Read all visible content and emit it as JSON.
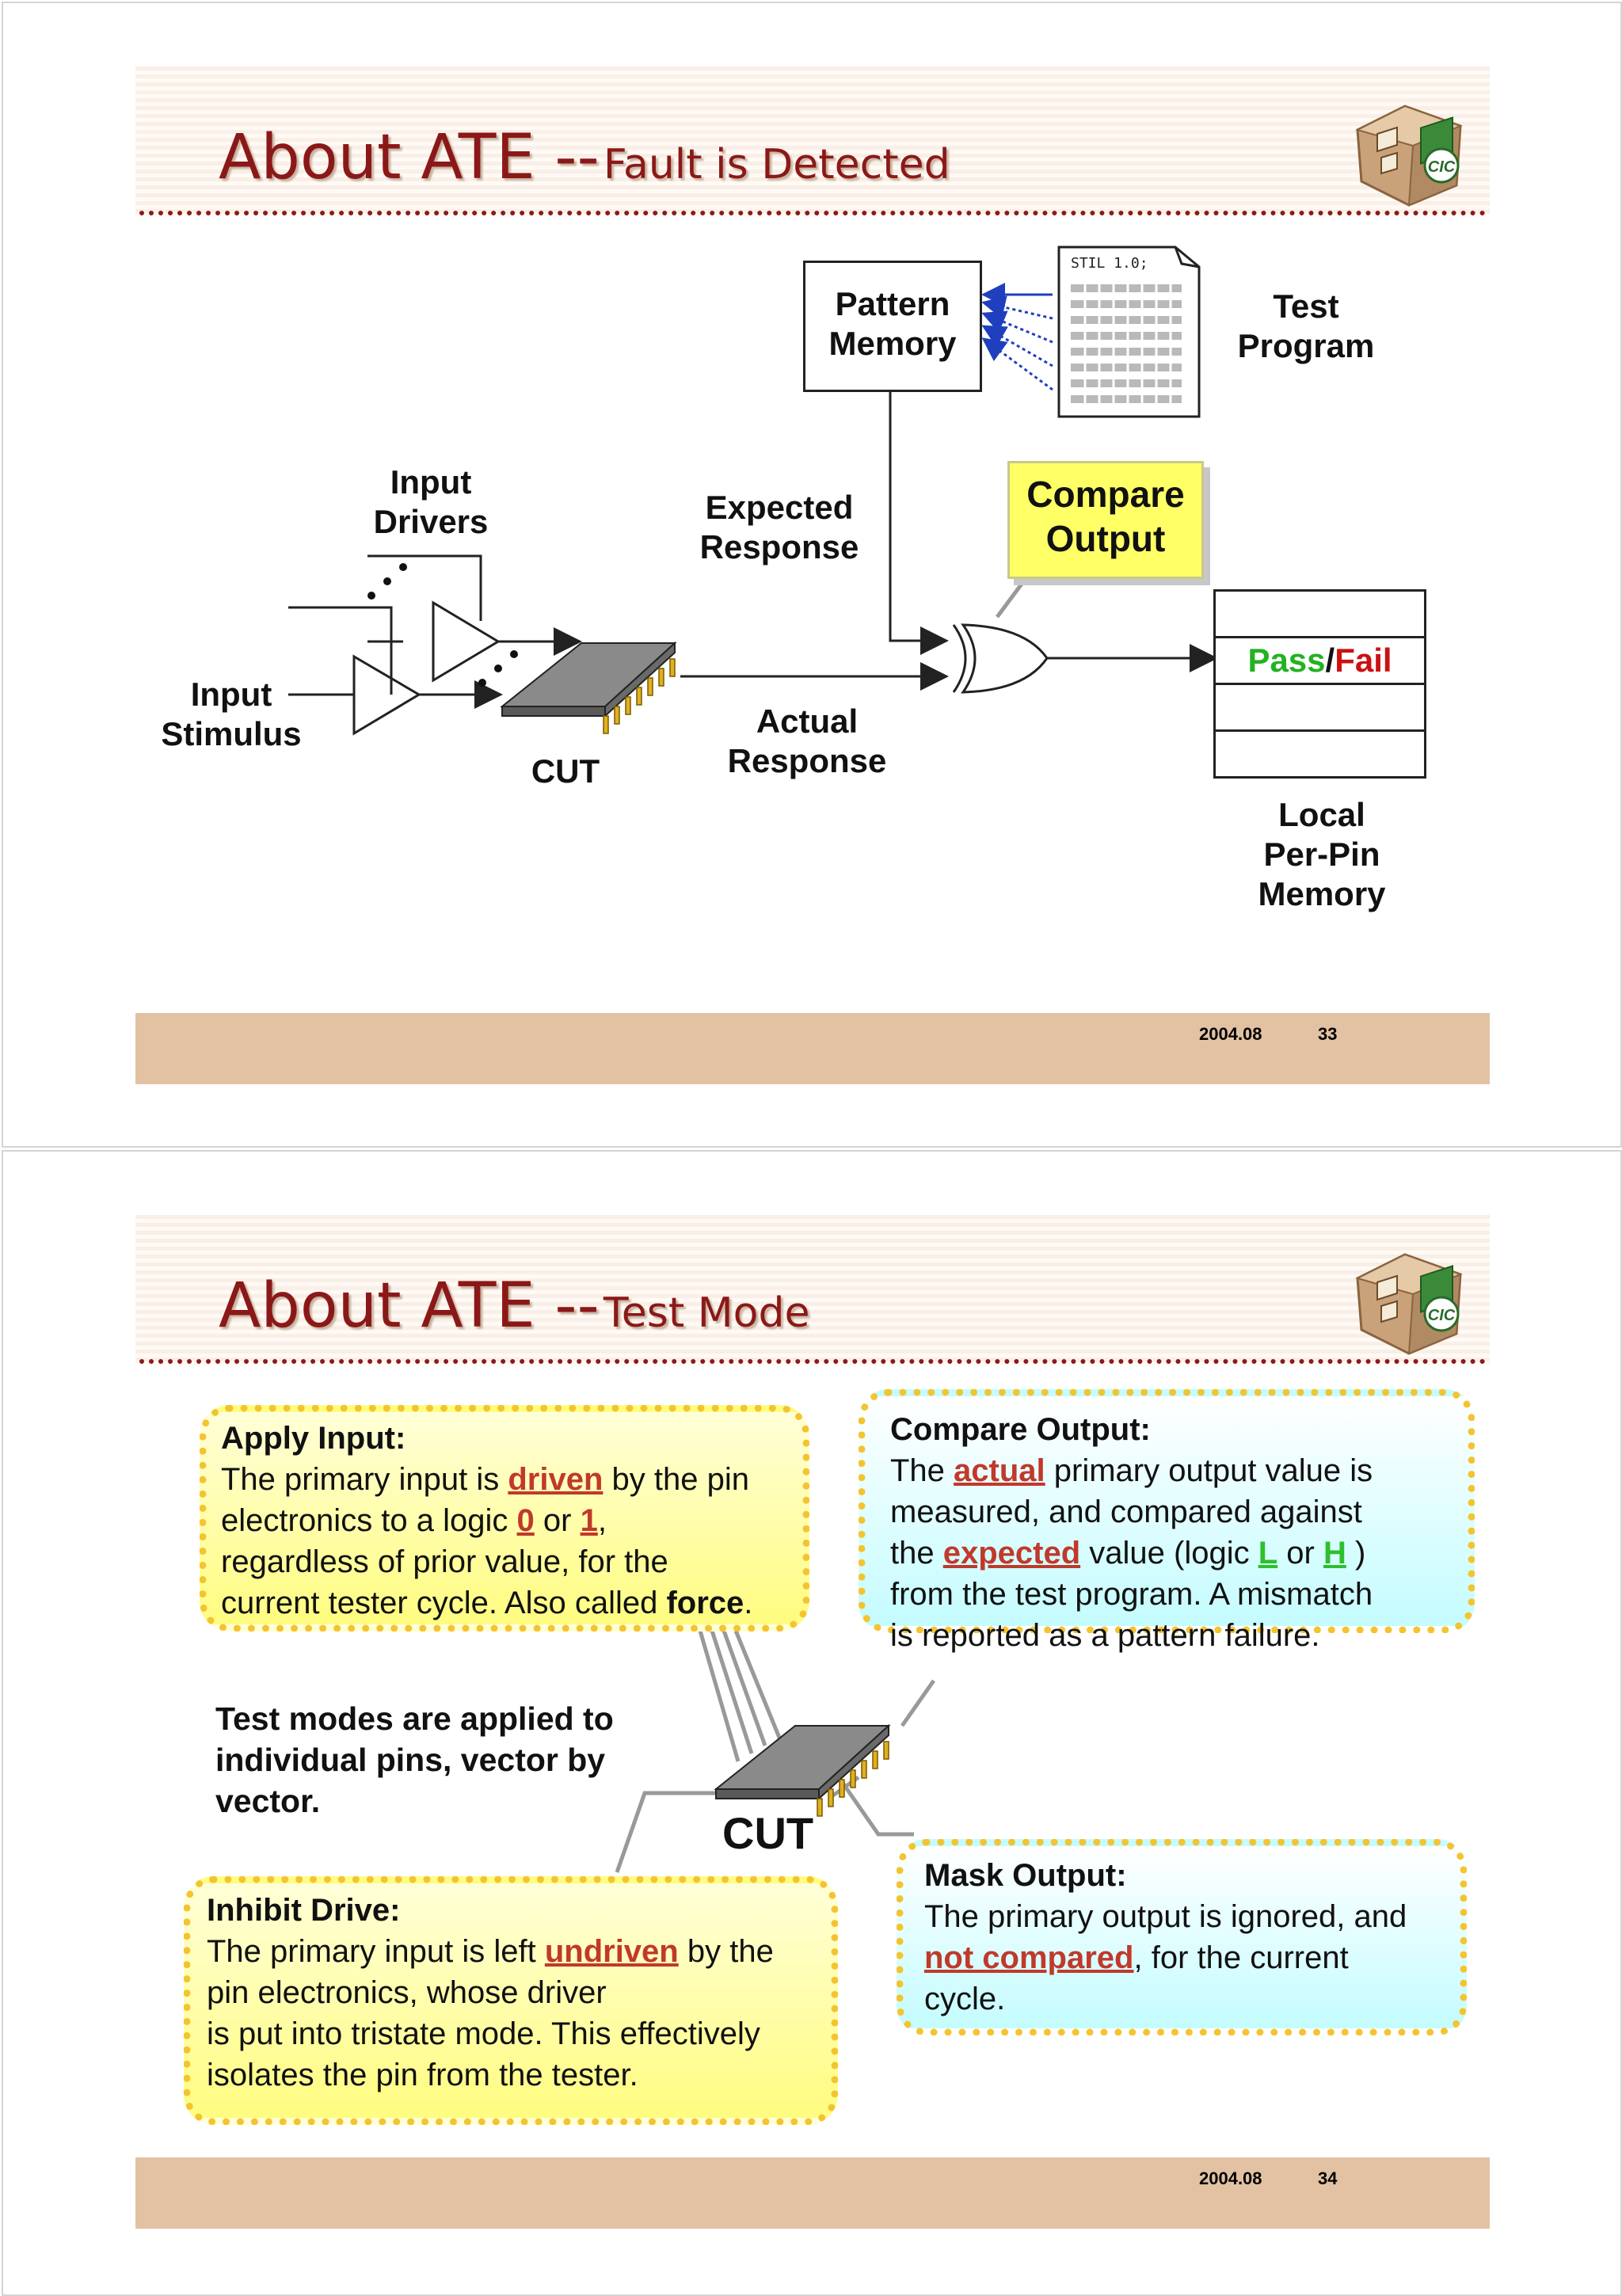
{
  "slide1": {
    "title_main": "About ATE --",
    "title_sub": "Fault is Detected",
    "pattern_memory": [
      "Pattern",
      "Memory"
    ],
    "test_program_code": "STIL 1.0;",
    "test_program": [
      "Test",
      "Program"
    ],
    "input_drivers": [
      "Input",
      "Drivers"
    ],
    "expected_response": [
      "Expected",
      "Response"
    ],
    "compare_output": [
      "Compare",
      "Output"
    ],
    "input_stimulus": [
      "Input",
      "Stimulus"
    ],
    "cut": "CUT",
    "actual_response": [
      "Actual",
      "Response"
    ],
    "pass": "Pass",
    "slash": "/",
    "fail": "Fail",
    "local_memory": [
      "Local",
      "Per-Pin",
      "Memory"
    ],
    "date": "2004.08",
    "page": "33"
  },
  "slide2": {
    "title_main": "About ATE --",
    "title_sub": "Test Mode",
    "apply": {
      "heading": "Apply Input:",
      "t1": "The primary input is ",
      "e1": "driven",
      "t2": " by the pin",
      "t3": "electronics to a logic ",
      "e2": "0",
      "t4": " or ",
      "e3": "1",
      "t5": ",",
      "t6": "regardless of prior value, for the",
      "t7": "current tester cycle. Also called ",
      "b1": "force",
      "t8": "."
    },
    "compare": {
      "heading": "Compare Output:",
      "t1": "The ",
      "e1": "actual",
      "t2": " primary output value is",
      "t3": "measured, and compared against",
      "t4": "the ",
      "e2": "expected",
      "t5": " value (logic ",
      "g1": "L",
      "t6": " or ",
      "g2": "H",
      "t7": " )",
      "t8": "from the test program. A mismatch",
      "t9": "is reported as a pattern failure."
    },
    "modes_note": [
      "Test modes are applied to",
      "individual pins, vector by",
      "vector."
    ],
    "cut": "CUT",
    "inhibit": {
      "heading": "Inhibit Drive:",
      "t1": "The primary input is left ",
      "e1": "undriven",
      "t2": " by the",
      "t3": "pin electronics, whose driver",
      "t4": "is put into tristate mode. This effectively",
      "t5": "isolates the pin from the tester."
    },
    "mask": {
      "heading": "Mask Output:",
      "t1": "The primary output is ignored, and",
      "e1": "not compared",
      "t2": ", for the current",
      "t3": "cycle."
    },
    "date": "2004.08",
    "page": "34"
  },
  "logo_text": "CIC",
  "colors": {
    "title": "#8b1818",
    "footer": "#e2c2a3",
    "callout_yellow": "#ffff66",
    "pass_green": "#22b222",
    "fail_red": "#cc1111",
    "emphasis_red": "#c0392b",
    "emphasis_green": "#2ebf2e",
    "dotted_border": "#f4c430"
  }
}
